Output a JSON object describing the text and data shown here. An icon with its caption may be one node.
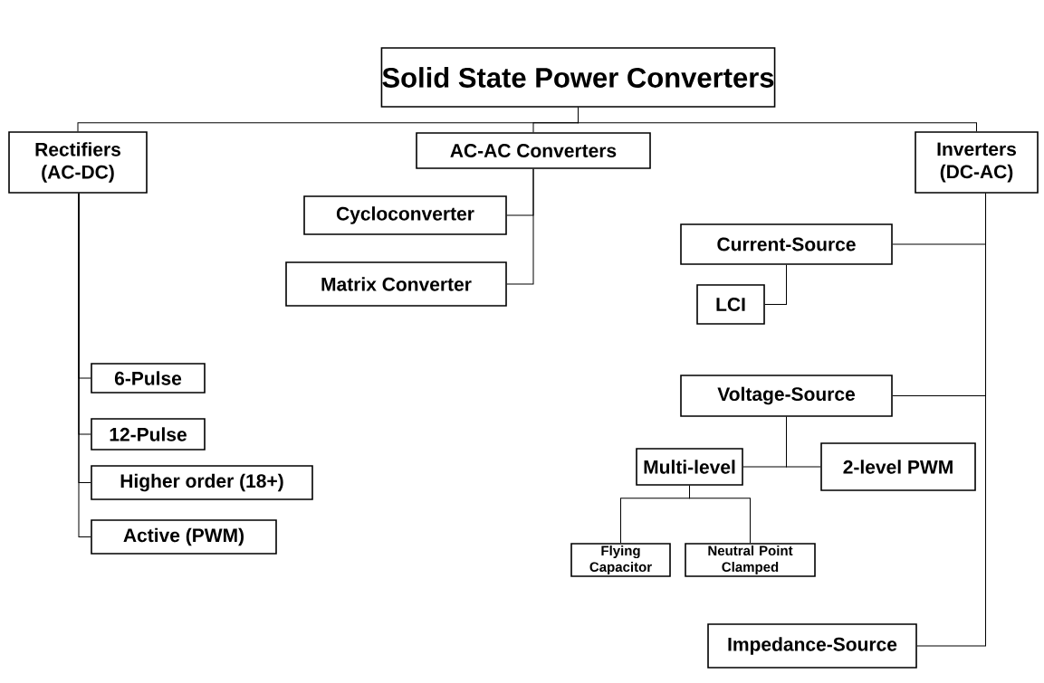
{
  "diagram": {
    "nodes": [
      {
        "text": [
          "Solid State Power Converters"
        ]
      },
      {
        "text": [
          "Rectifiers (AC-DC)"
        ]
      },
      {
        "text": [
          "AC-AC Converters"
        ]
      },
      {
        "text": [
          "Inverters (DC-AC)"
        ]
      },
      {
        "text": [
          "Cycloconverter"
        ]
      },
      {
        "text": [
          "Matrix Converter"
        ]
      },
      {
        "text": [
          "Current-Source"
        ]
      },
      {
        "text": [
          "LCI"
        ]
      },
      {
        "text": [
          "6-Pulse"
        ]
      },
      {
        "text": [
          "12-Pulse"
        ]
      },
      {
        "text": [
          "Higher order (18+)"
        ]
      },
      {
        "text": [
          "Active (PWM)"
        ]
      },
      {
        "text": [
          "Voltage-Source"
        ]
      },
      {
        "text": [
          "Multi-level"
        ]
      },
      {
        "text": [
          "2-level PWM"
        ]
      },
      {
        "text": [
          "Flying Capacitor"
        ]
      },
      {
        "text": [
          "Neutral Point Clamped"
        ]
      },
      {
        "text": [
          "Impedance-Source"
        ]
      }
    ],
    "edges": [
      {
        "from": 0,
        "to": 1,
        "arrow": "none"
      },
      {
        "from": 0,
        "to": 2,
        "arrow": "none"
      },
      {
        "from": 0,
        "to": 3,
        "arrow": "none"
      },
      {
        "from": 2,
        "to": 4,
        "arrow": "none"
      },
      {
        "from": 2,
        "to": 5,
        "arrow": "none"
      },
      {
        "from": 3,
        "to": 6,
        "arrow": "none"
      },
      {
        "from": 6,
        "to": 7,
        "arrow": "none"
      },
      {
        "from": 1,
        "to": 8,
        "arrow": "none"
      },
      {
        "from": 1,
        "to": 9,
        "arrow": "none"
      },
      {
        "from": 1,
        "to": 10,
        "arrow": "none"
      },
      {
        "from": 1,
        "to": 11,
        "arrow": "none"
      },
      {
        "from": 3,
        "to": 12,
        "arrow": "none"
      },
      {
        "from": 12,
        "to": 13,
        "arrow": "none"
      },
      {
        "from": 12,
        "to": 14,
        "arrow": "none"
      },
      {
        "from": 13,
        "to": 15,
        "arrow": "none"
      },
      {
        "from": 13,
        "to": 16,
        "arrow": "none"
      },
      {
        "from": 3,
        "to": 17,
        "arrow": "none"
      }
    ]
  }
}
